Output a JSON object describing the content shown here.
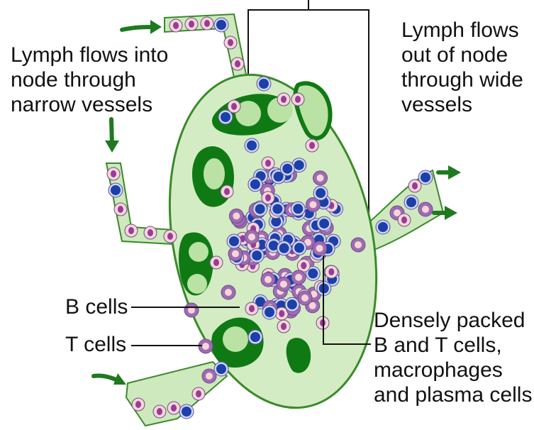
{
  "labels": {
    "inflow": [
      "Lymph flows into",
      "node through",
      "narrow vessels"
    ],
    "outflow": [
      "Lymph flows",
      "out of node",
      "through wide",
      "vessels"
    ],
    "b_cells": "B cells",
    "t_cells": "T cells",
    "dense": [
      "Densely packed",
      "B and T cells,",
      "macrophages",
      "and plasma cells"
    ]
  },
  "colors": {
    "node_fill": "#d4ecc4",
    "node_stroke": "#3a8a2a",
    "follicle_dark": "#0f7a14",
    "follicle_light": "#b9e2a4",
    "vessel_fill": "#cfe9bf",
    "b_cell_fill": "#f4d6d6",
    "b_cell_nucleus": "#9a3a9a",
    "t_cell_fill": "#c8d6ff",
    "t_cell_nucleus": "#1c3fa8",
    "macrophage": "#a06ab4",
    "arrow": "#1f7a1f"
  }
}
